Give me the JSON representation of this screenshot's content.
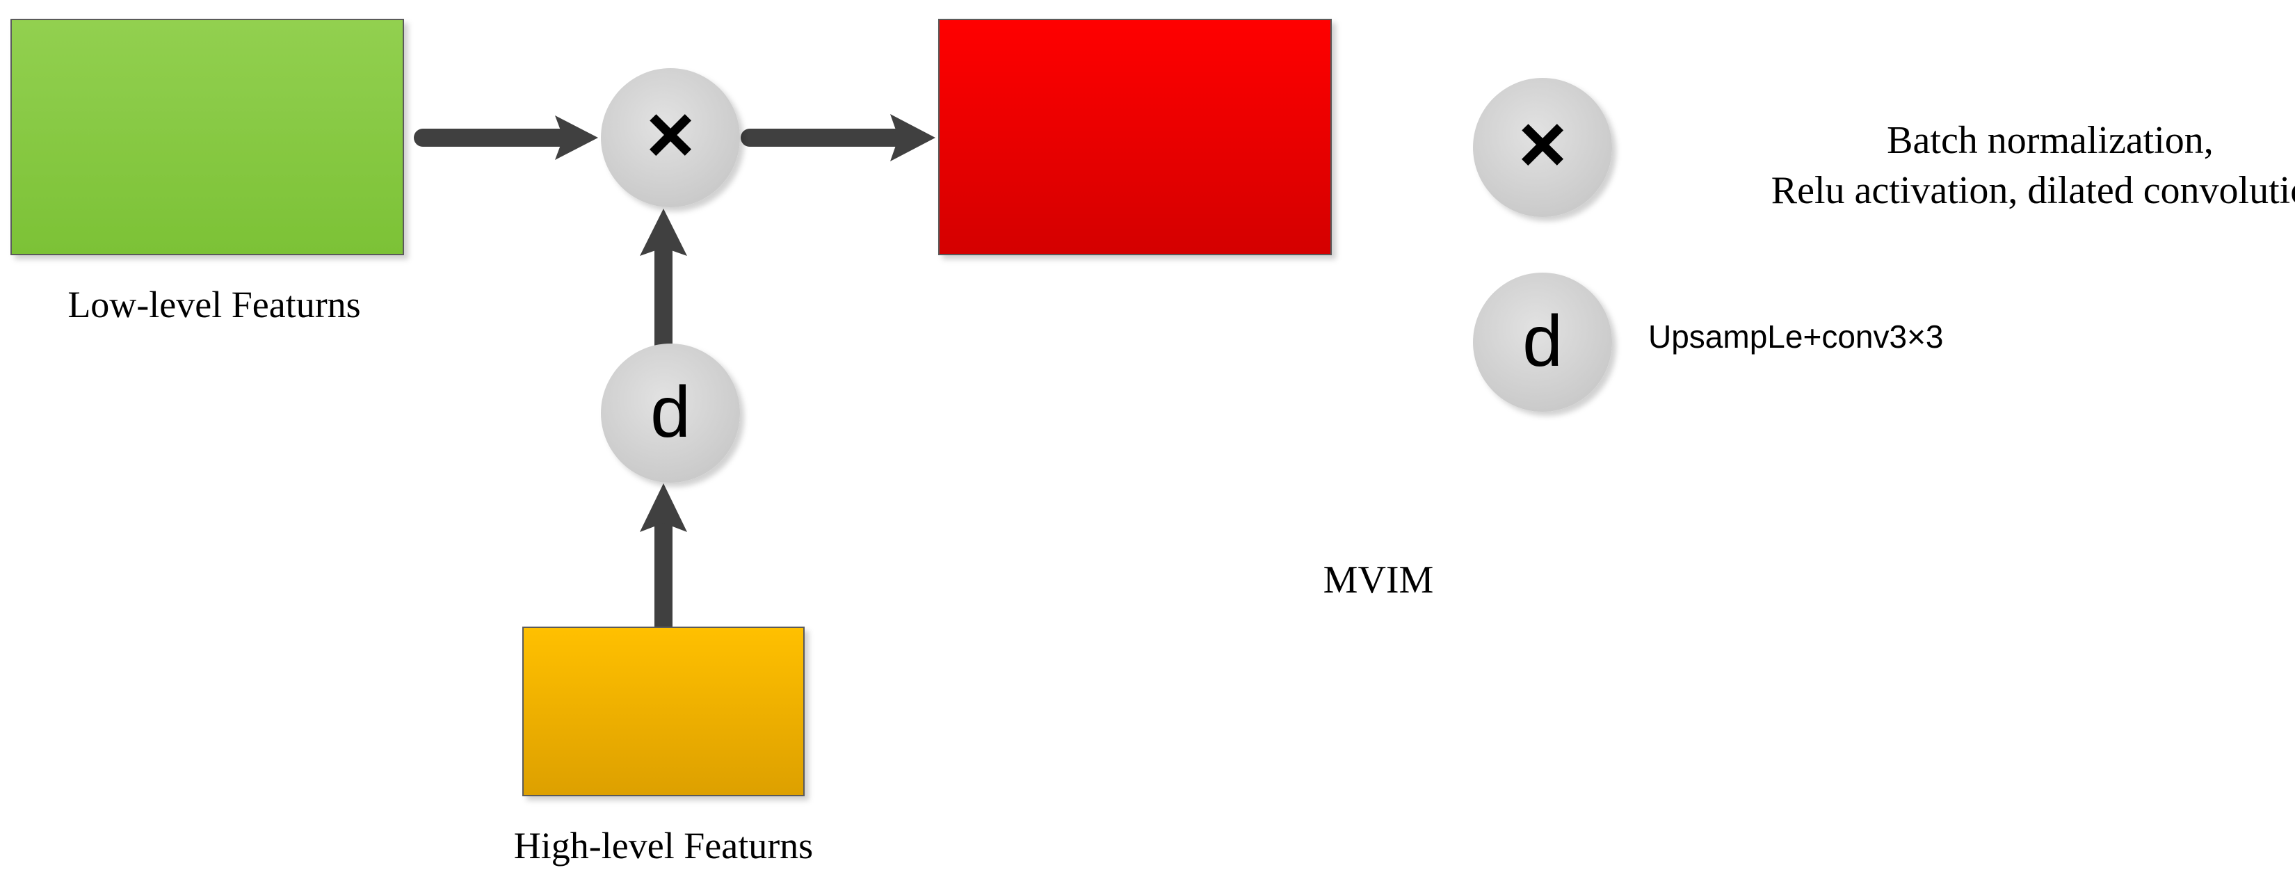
{
  "nodes": {
    "low_level": {
      "label": "Low-level Featurns"
    },
    "high_level": {
      "label": "High-level Featurns"
    },
    "multiply_symbol": "×",
    "d_symbol": "d"
  },
  "legend": {
    "multiply": {
      "symbol": "×",
      "line1": "Batch normalization,",
      "line2": "Relu activation, dilated convolution"
    },
    "d": {
      "symbol": "d",
      "text": "UpsampLe+conv3×3"
    }
  },
  "caption": "MVIM",
  "colors": {
    "green_top": "#92D050",
    "green_bottom": "#7CC236",
    "red_top": "#FF0000",
    "red_bottom": "#D40000",
    "yellow_top": "#FFC000",
    "yellow_bottom": "#DDA000",
    "node_gray": "#D4D4D4",
    "arrow": "#404040"
  }
}
